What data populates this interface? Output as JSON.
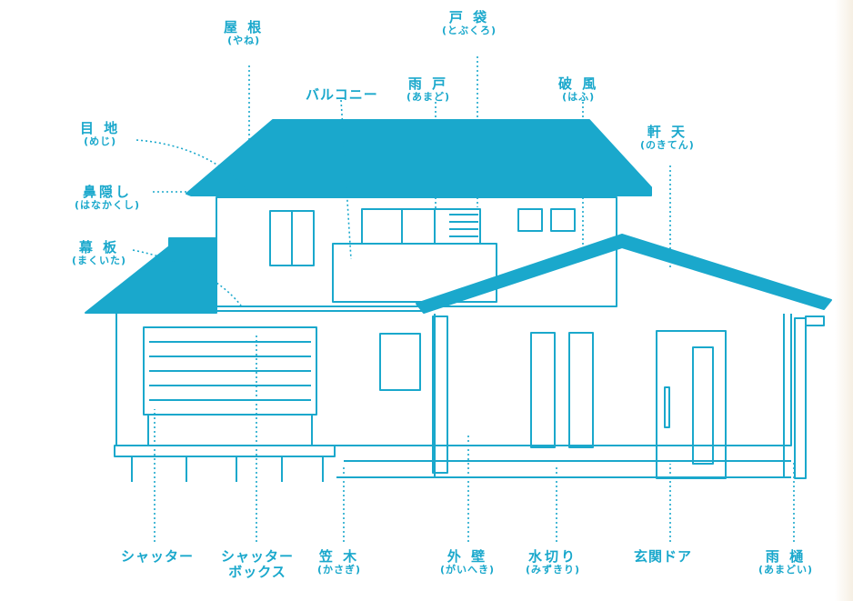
{
  "colors": {
    "line": "#1aa8cc",
    "fill": "#1aa8cc",
    "bg": "#ffffff"
  },
  "labels": {
    "yane": {
      "main": "屋 根",
      "reading": "(やね)"
    },
    "tobukuro": {
      "main": "戸 袋",
      "reading": "(とぶくろ)"
    },
    "balcony": {
      "main": "バルコニー",
      "reading": ""
    },
    "amado": {
      "main": "雨 戸",
      "reading": "(あまど)"
    },
    "hafu": {
      "main": "破 風",
      "reading": "(はふ)"
    },
    "meji": {
      "main": "目 地",
      "reading": "(めじ)"
    },
    "nokiten": {
      "main": "軒 天",
      "reading": "(のきてん)"
    },
    "hanakakushi": {
      "main": "鼻隠し",
      "reading": "(はなかくし)"
    },
    "makuita": {
      "main": "幕 板",
      "reading": "(まくいた)"
    },
    "shutter": {
      "main": "シャッター",
      "reading": ""
    },
    "shutterbox": {
      "main": "シャッター",
      "reading": "ボックス"
    },
    "kasagi": {
      "main": "笠 木",
      "reading": "(かさぎ)"
    },
    "gaiheki": {
      "main": "外 壁",
      "reading": "(がいへき)"
    },
    "mizukiri": {
      "main": "水切り",
      "reading": "(みずきり)"
    },
    "genkan": {
      "main": "玄関ドア",
      "reading": ""
    },
    "amadoi": {
      "main": "雨 樋",
      "reading": "(あまどい)"
    }
  }
}
